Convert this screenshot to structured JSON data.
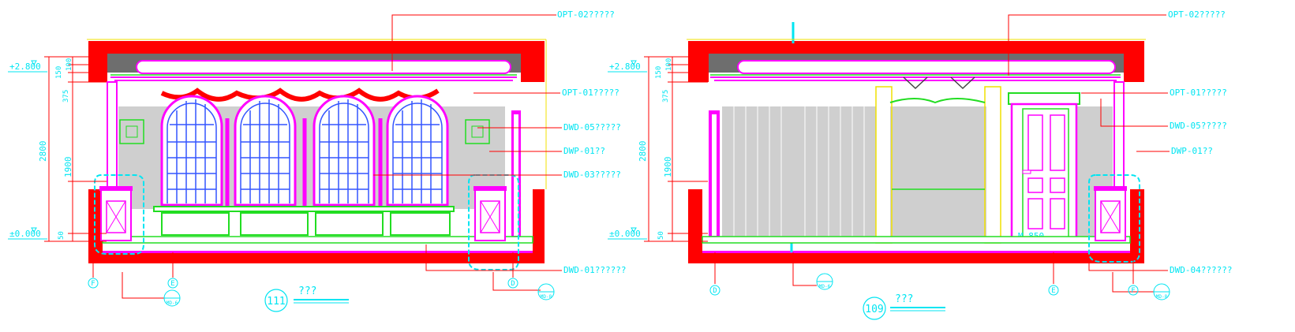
{
  "drawings": [
    {
      "number": "111",
      "title": "???",
      "levels": {
        "top": "+2.800",
        "bottom": "±0.000"
      },
      "dims": {
        "d150": "150",
        "d100": "100",
        "d375": "375",
        "d2800": "2800",
        "d1900": "1900",
        "d50": "50"
      },
      "callouts": {
        "opt02": "OPT-02?????",
        "opt01": "OPT-01?????",
        "dwd05": "DWD-05?????",
        "dwp01": "DWP-01??",
        "dwd03": "DWD-03?????",
        "dwd01": "DWD-01??????"
      },
      "grid": {
        "f": "F",
        "e": "E",
        "d": "D"
      },
      "detail_tags": {
        "tag1": "MD-6",
        "tag2": "MD-8"
      }
    },
    {
      "number": "109",
      "title": "???",
      "levels": {
        "top": "+2.800",
        "bottom": "±0.000"
      },
      "dims": {
        "d150": "150",
        "d100": "100",
        "d375": "375",
        "d2800": "2800",
        "d1900": "1900",
        "d50": "50"
      },
      "callouts": {
        "opt02": "OPT-02?????",
        "opt01": "OPT-01?????",
        "dwd05": "DWD-05?????",
        "dwp01": "DWP-01??",
        "dwd04": "DWD-04??????"
      },
      "door_label": "M-850",
      "grid": {
        "d": "D",
        "e": "E",
        "f": "F"
      },
      "detail_tags": {
        "tag1": "MD-6",
        "tag2": "MD-8"
      }
    }
  ],
  "colors": {
    "wall": "#ff0000",
    "magenta": "#ff00ff",
    "green": "#22dd22",
    "cyan": "#00e5f2",
    "blue": "#3355ff",
    "yellow": "#f0e000",
    "panel": "#cfcfcf"
  }
}
